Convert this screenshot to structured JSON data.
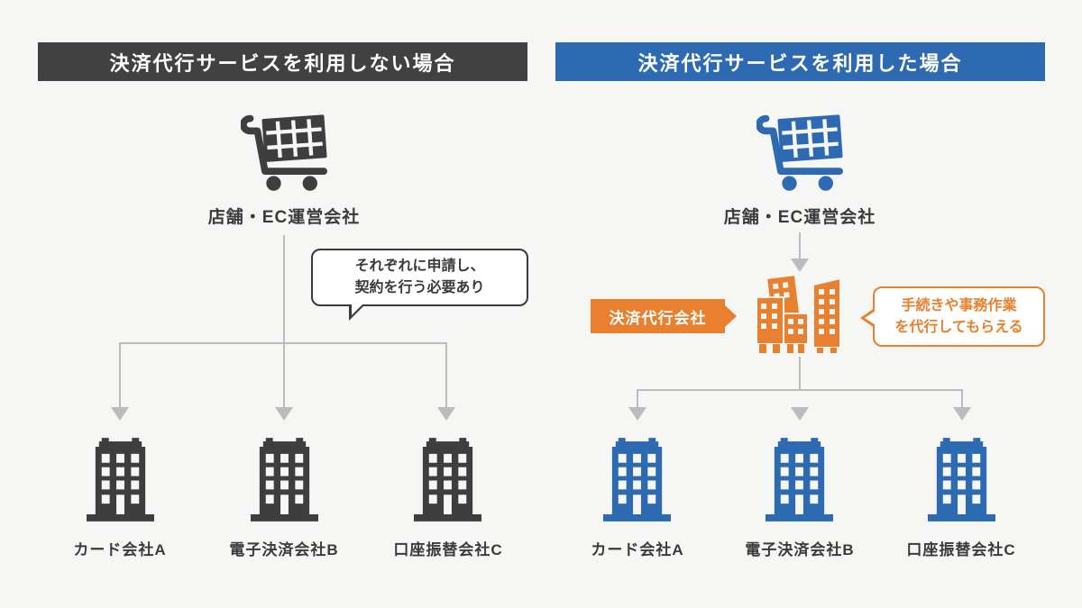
{
  "colors": {
    "background": "#f6f6f4",
    "dark_header": "#414141",
    "blue": "#2d6ab2",
    "orange": "#e8802f",
    "connector_gray": "#bcbcbc",
    "text": "#3b3b3b"
  },
  "icons": {
    "merchant": "shopping-cart-icon",
    "company": "office-building-icon",
    "agency": "city-buildings-icon",
    "connector": "arrow-down"
  },
  "left_panel": {
    "header": "決済代行サービスを利用しない場合",
    "merchant_label": "店舗・EC運営会社",
    "bubble_line1": "それぞれに申請し、",
    "bubble_line2": "契約を行う必要あり",
    "companies": [
      "カード会社A",
      "電子決済会社B",
      "口座振替会社C"
    ]
  },
  "right_panel": {
    "header": "決済代行サービスを利用した場合",
    "merchant_label": "店舗・EC運営会社",
    "agency_tag": "決済代行会社",
    "bubble_line1": "手続きや事務作業",
    "bubble_line2": "を代行してもらえる",
    "companies": [
      "カード会社A",
      "電子決済会社B",
      "口座振替会社C"
    ]
  }
}
